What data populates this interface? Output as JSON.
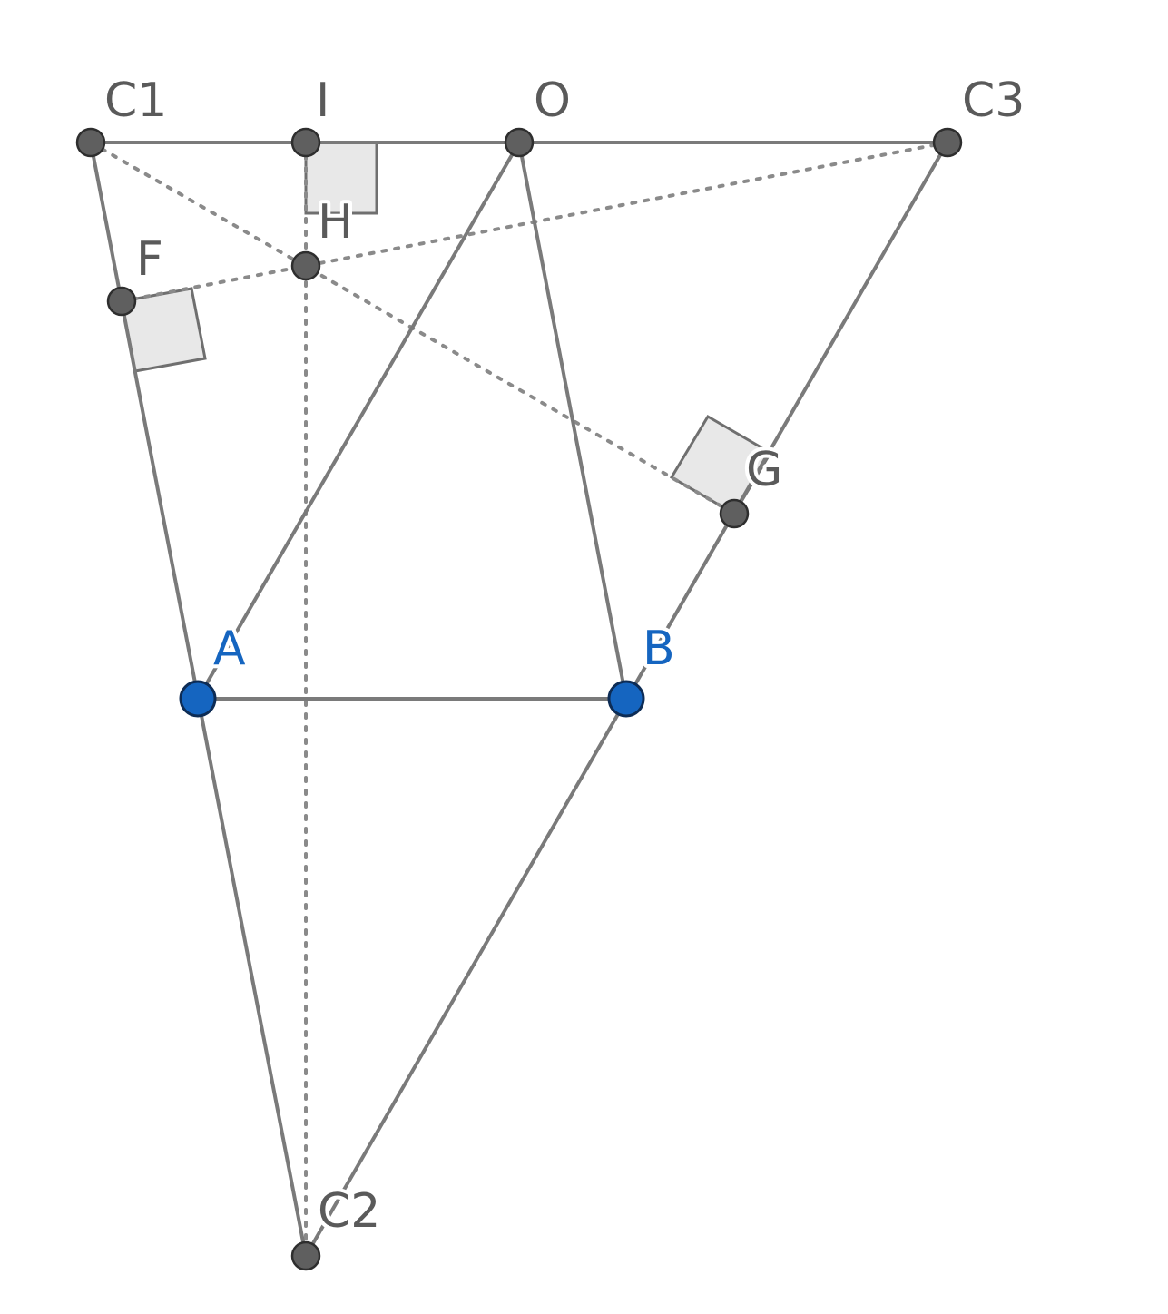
{
  "diagram": {
    "colors": {
      "line": "#7a7a7a",
      "point_gray": "#5f5f5f",
      "point_blue": "#1565c0",
      "right_angle_fill": "#e8e8e8"
    },
    "labels": {
      "C1": "C1",
      "I": "I",
      "O": "O",
      "C3": "C3",
      "H": "H",
      "F": "F",
      "G": "G",
      "A": "A",
      "B": "B",
      "C2": "C2"
    }
  }
}
